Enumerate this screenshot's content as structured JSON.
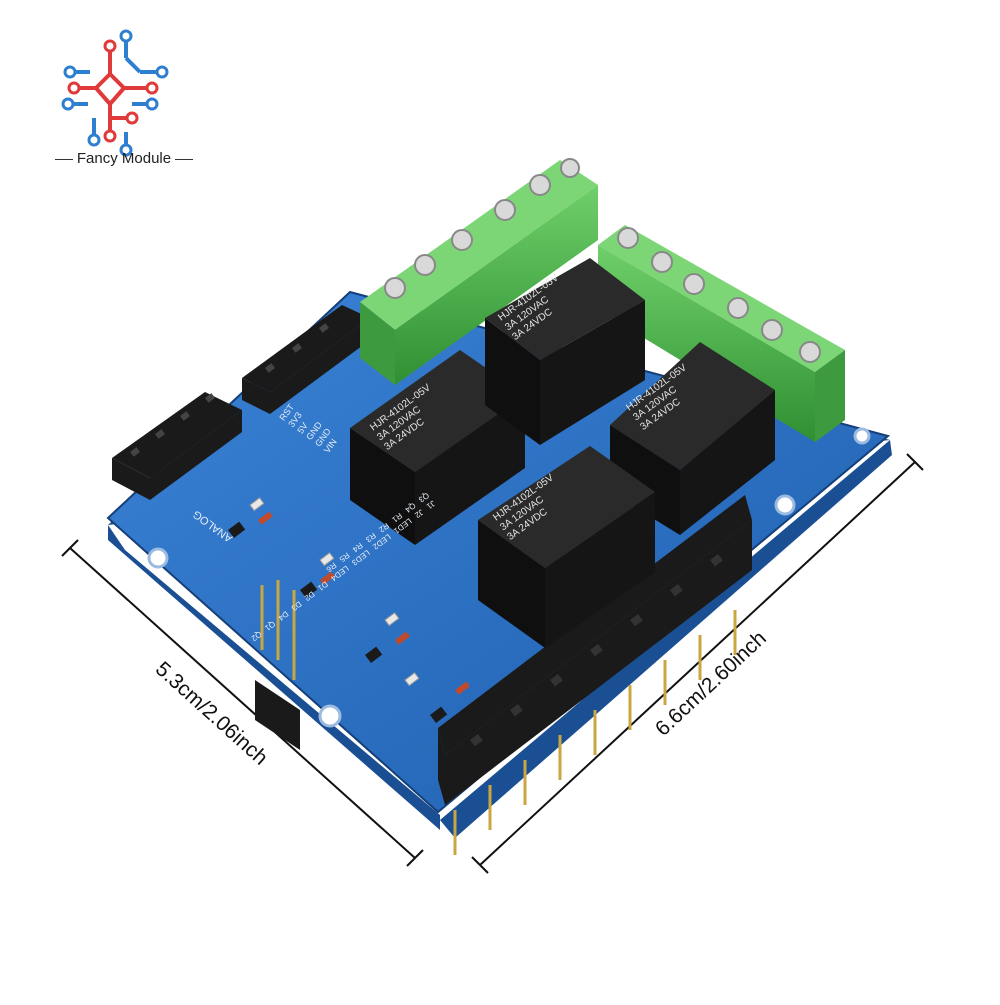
{
  "brand": {
    "name": "Fancy Module",
    "logo_icon": "circuit-nodes-icon",
    "colors": {
      "red": "#e03a3a",
      "blue": "#2f7fd0"
    }
  },
  "dimensions": {
    "width_label": "6.6cm/2.60inch",
    "height_label": "5.3cm/2.06inch"
  },
  "board": {
    "pcb_color": "#2a6fc4",
    "terminal_color": "#4cb04a",
    "relay_color": "#151515",
    "relays": [
      {
        "model": "HJR-4102L-05V",
        "rating_ac": "3A 120VAC",
        "rating_dc": "3A 24VDC"
      },
      {
        "model": "HJR-4102L-05V",
        "rating_ac": "3A 120VAC",
        "rating_dc": "3A 24VDC"
      },
      {
        "model": "HJR-4102L-05V",
        "rating_ac": "3A 120VAC",
        "rating_dc": "3A 24VDC"
      },
      {
        "model": "HJR-4102L-05V",
        "rating_ac": "3A 120VAC",
        "rating_dc": "3A 24VDC"
      }
    ],
    "silkscreen": {
      "analog": "ANALOG",
      "power_pins": [
        "RST",
        "3V3",
        "5V",
        "GND",
        "GND",
        "VIN"
      ],
      "refs": [
        "J1",
        "J2",
        "LED1",
        "LED2",
        "LED3",
        "LED4",
        "D1",
        "D2",
        "D3",
        "D4",
        "Q1",
        "Q2",
        "Q3",
        "Q4",
        "R1",
        "R2",
        "R3",
        "R4",
        "R5",
        "R6"
      ]
    }
  }
}
